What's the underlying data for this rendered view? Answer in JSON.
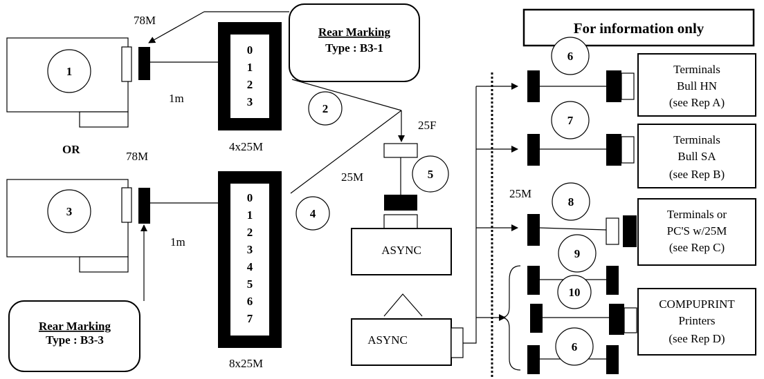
{
  "labels": {
    "cable_78m_top": "78M",
    "cable_78m_mid": "78M",
    "len_1m_top": "1m",
    "len_1m_mid": "1m",
    "or": "OR",
    "box_4x25m": "4x25M",
    "box_8x25m": "8x25M",
    "conn_25f": "25F",
    "conn_25m_left": "25M",
    "conn_25m_right": "25M",
    "async_top": "ASYNC",
    "async_bottom": "ASYNC"
  },
  "rear_marking_top": {
    "title": "Rear Marking",
    "type": "Type : B3-1"
  },
  "rear_marking_bottom": {
    "title": "Rear Marking",
    "type": "Type : B3-3"
  },
  "info_banner": "For information only",
  "fanout_top": [
    "0",
    "1",
    "2",
    "3"
  ],
  "fanout_bottom": [
    "0",
    "1",
    "2",
    "3",
    "4",
    "5",
    "6",
    "7"
  ],
  "circle_numbers": {
    "c1": "1",
    "c2": "2",
    "c3": "3",
    "c4": "4",
    "c5": "5",
    "c6a": "6",
    "c7": "7",
    "c8": "8",
    "c9": "9",
    "c10": "10",
    "c6b": "6"
  },
  "terminals": [
    {
      "lines": [
        "Terminals",
        "Bull HN",
        "(see Rep A)"
      ]
    },
    {
      "lines": [
        "Terminals",
        "Bull SA",
        "(see Rep B)"
      ]
    },
    {
      "lines": [
        "Terminals or",
        "PC'S w/25M",
        "(see Rep C)"
      ]
    },
    {
      "lines": [
        "COMPUPRINT",
        "Printers",
        "(see Rep D)"
      ]
    }
  ]
}
